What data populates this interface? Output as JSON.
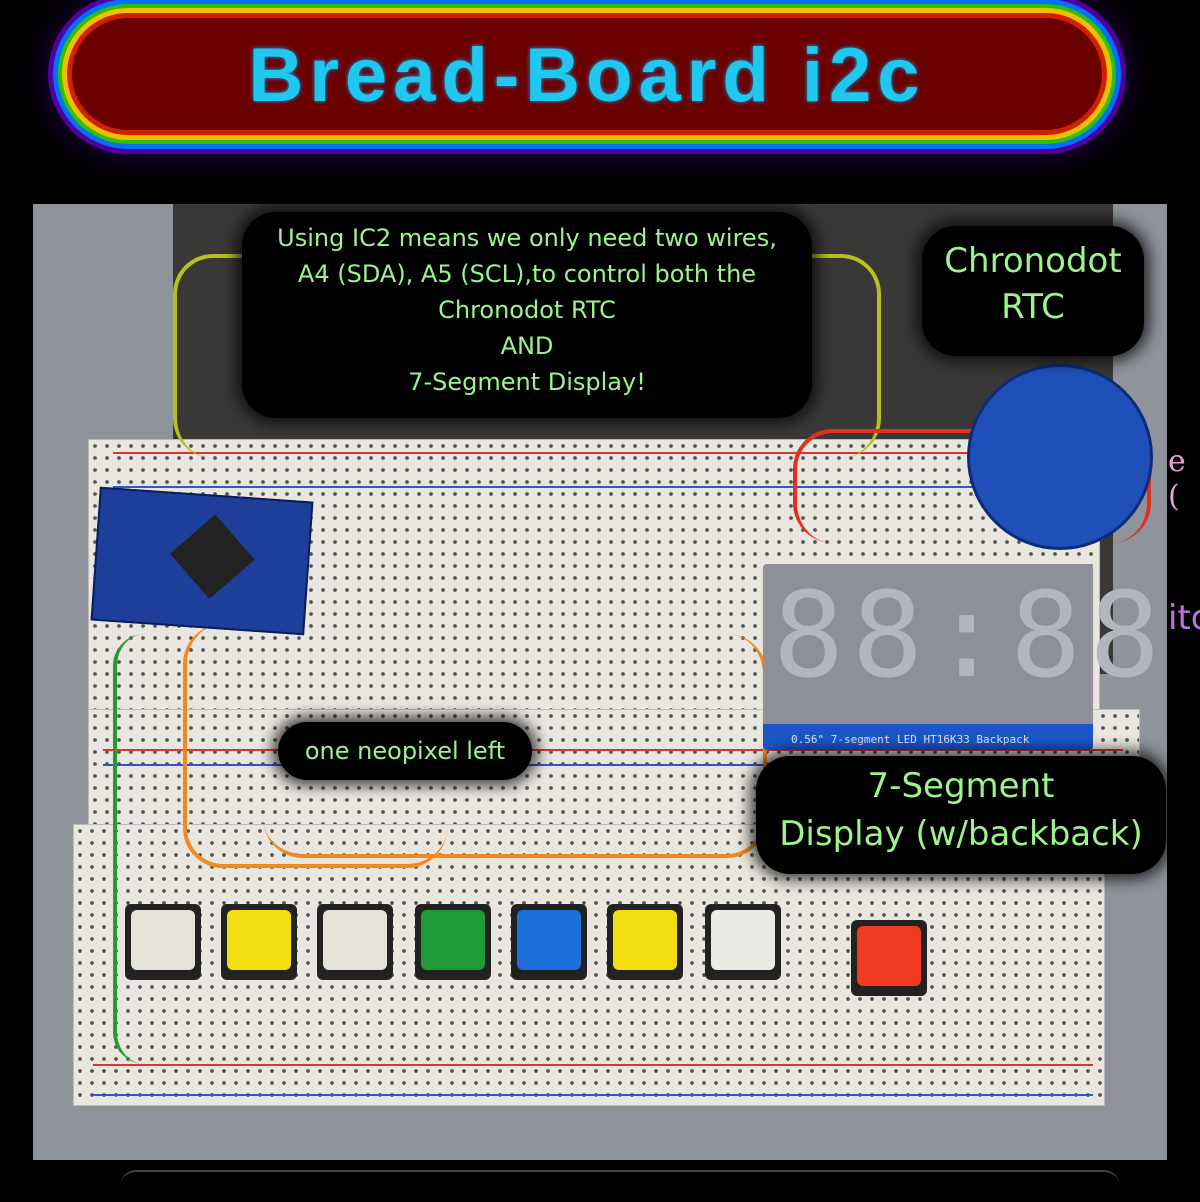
{
  "title": "Bread-Board i2c",
  "callouts": {
    "i2c": [
      "Using IC2 means we only need two wires,",
      "A4 (SDA), A5 (SCL),to control both the",
      "Chronodot RTC",
      "AND",
      "7-Segment Display!"
    ],
    "rtc": [
      "Chronodot",
      "RTC"
    ],
    "neopixel": "one neopixel left",
    "display": [
      "7-Segment",
      "Display (w/backback)"
    ]
  },
  "display": {
    "digits": "88:88",
    "board_label": "0.56\" 7-segment LED HT16K33 Backpack"
  },
  "side_fragments": [
    "e (",
    "ito"
  ],
  "buttons": [
    {
      "color": "#e6e3da"
    },
    {
      "color": "#f2de10"
    },
    {
      "color": "#e6e3da"
    },
    {
      "color": "#1f9a35"
    },
    {
      "color": "#1e6fdc"
    },
    {
      "color": "#f2de10"
    },
    {
      "color": "#eceae4"
    },
    {
      "color": "#f03a22"
    }
  ],
  "colors": {
    "title": "#20c8f0",
    "callout_text": "#9bf58a",
    "banner": "#6a0000"
  }
}
